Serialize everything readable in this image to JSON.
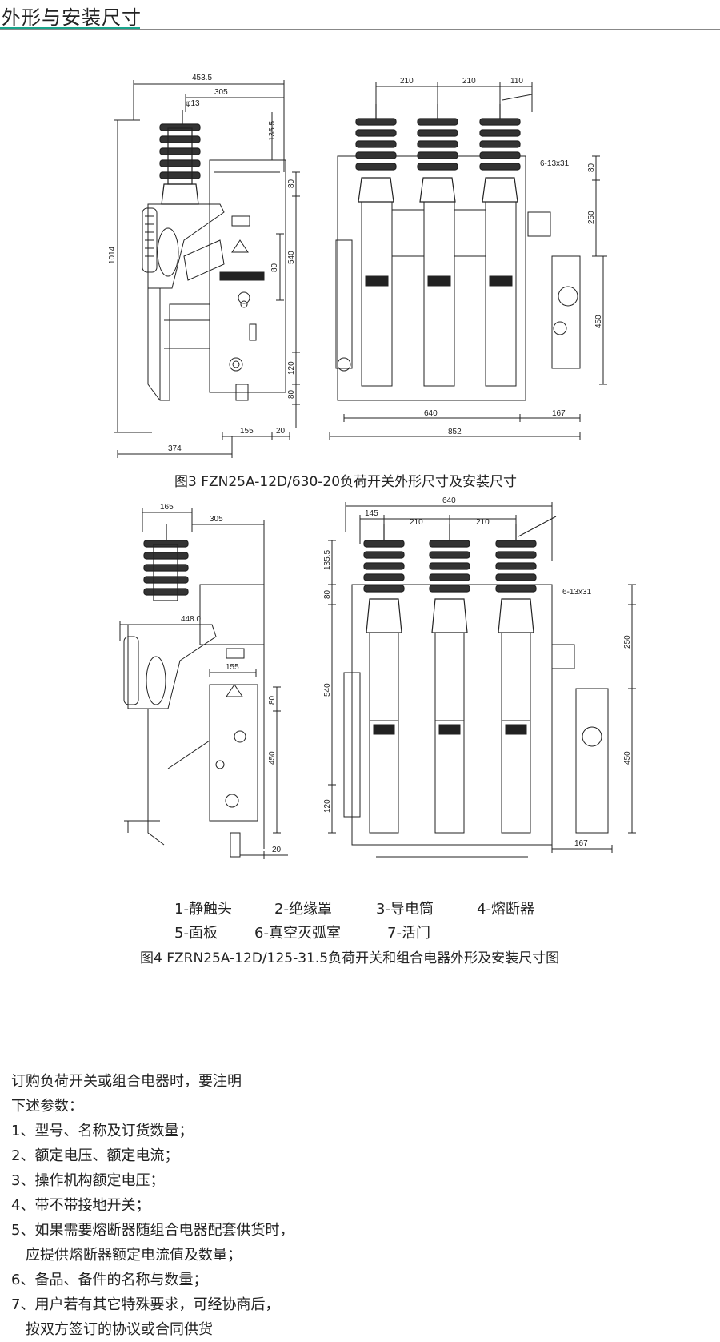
{
  "header": {
    "title": "外形与安装尺寸",
    "accent_color": "#1aa58c"
  },
  "figure3": {
    "caption": "图3 FZN25A-12D/630-20负荷开关外形尺寸及安装尺寸",
    "side_dims": {
      "d4535": "453.5",
      "d305": "305",
      "d13": "φ13",
      "d1355": "135.5",
      "d1014": "1014",
      "d80a": "80",
      "d540": "540",
      "d80b": "80",
      "d120": "120",
      "d80c": "80",
      "d155": "155",
      "d20": "20",
      "d374": "374"
    },
    "front_dims": {
      "d210a": "210",
      "d210b": "210",
      "d110": "110",
      "d80": "80",
      "d250": "250",
      "d450": "450",
      "d640": "640",
      "d167": "167",
      "d852": "852",
      "hole": "6-13x31"
    }
  },
  "figure4": {
    "caption": "图4 FZRN25A-12D/125-31.5负荷开关和组合电器外形及安装尺寸图",
    "side_dims": {
      "d165": "165",
      "d305": "305",
      "d4480": "448.0",
      "d155": "155",
      "d80": "80",
      "d450": "450",
      "d20": "20"
    },
    "front_dims": {
      "d640": "640",
      "d145": "145",
      "d210a": "210",
      "d210b": "210",
      "d1355": "135.5",
      "d80a": "80",
      "d250": "250",
      "d540": "540",
      "d450": "450",
      "d120": "120",
      "d167": "167",
      "hole": "6-13x31"
    }
  },
  "legend": {
    "row1": [
      "1-静触头",
      "2-绝缘罩",
      "3-导电筒",
      "4-熔断器"
    ],
    "row2": [
      "5-面板",
      "6-真空灭弧室",
      "7-活门"
    ]
  },
  "notes": [
    "订购负荷开关或组合电器时，要注明",
    "下述参数：",
    "1、型号、名称及订货数量；",
    "2、额定电压、额定电流；",
    "3、操作机构额定电压；",
    "4、带不带接地开关；",
    "5、如果需要熔断器随组合电器配套供货时，",
    "　应提供熔断器额定电流值及数量；",
    "6、备品、备件的名称与数量；",
    "7、用户若有其它特殊要求，可经协商后，",
    "　按双方签订的协议或合同供货"
  ]
}
